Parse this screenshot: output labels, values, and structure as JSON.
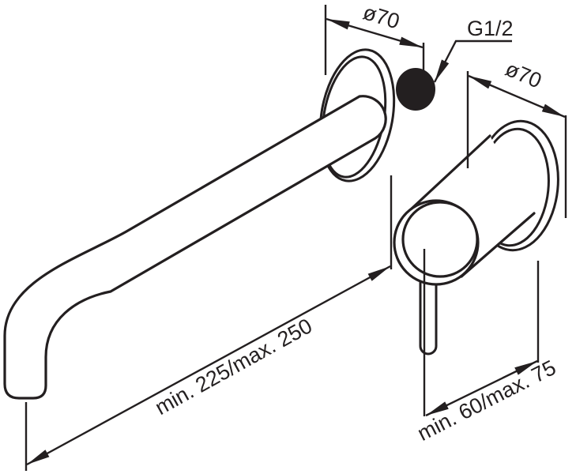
{
  "colors": {
    "ink": "#231f20",
    "paper": "#ffffff"
  },
  "labels": {
    "spout_flange_diameter": "ø70",
    "thread_size": "G1/2",
    "valve_flange_diameter": "ø70",
    "spout_projection": "min. 225/max. 250",
    "valve_projection": "min. 60/max. 75"
  }
}
